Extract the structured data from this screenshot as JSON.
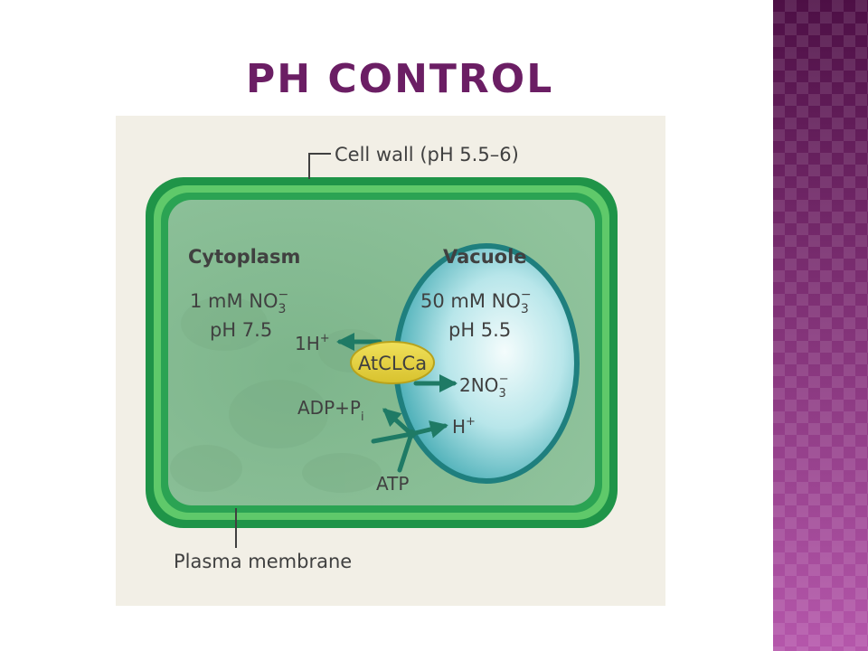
{
  "slide": {
    "title": "PH CONTROL"
  },
  "diagram": {
    "labels": {
      "cell_wall": "Cell wall (pH 5.5–6)",
      "plasma_membrane": "Plasma membrane",
      "cytoplasm": "Cytoplasm",
      "vacuole": "Vacuole",
      "transporter": "AtCLCa"
    },
    "cytoplasm": {
      "nitrate_amount": "1 mM NO",
      "nitrate_sub": "3",
      "nitrate_charge": "−",
      "ph": "pH 7.5"
    },
    "vacuole": {
      "nitrate_amount": "50 mM NO",
      "nitrate_sub": "3",
      "nitrate_charge": "−",
      "ph": "pH 5.5"
    },
    "species": {
      "proton_out_coef": "1H",
      "proton_out_charge": "+",
      "nitrate_in_amount": "2NO",
      "nitrate_in_sub": "3",
      "nitrate_in_charge": "−",
      "adp_pi": "ADP+P",
      "adp_pi_sub": "i",
      "proton_in": "H",
      "proton_in_charge": "+",
      "atp": "ATP"
    },
    "colors": {
      "panel_background": "#f2efe6",
      "cell_wall_dark": "#1f9448",
      "cell_wall_light": "#5fc96a",
      "cytoplasm_fill": "#87bd94",
      "vacuole_fill": "#9ad7df",
      "vacuole_edge": "#1f7f7e",
      "transporter_fill": "#e4d240",
      "arrow": "#1f7a65",
      "label_text": "#404040"
    }
  }
}
